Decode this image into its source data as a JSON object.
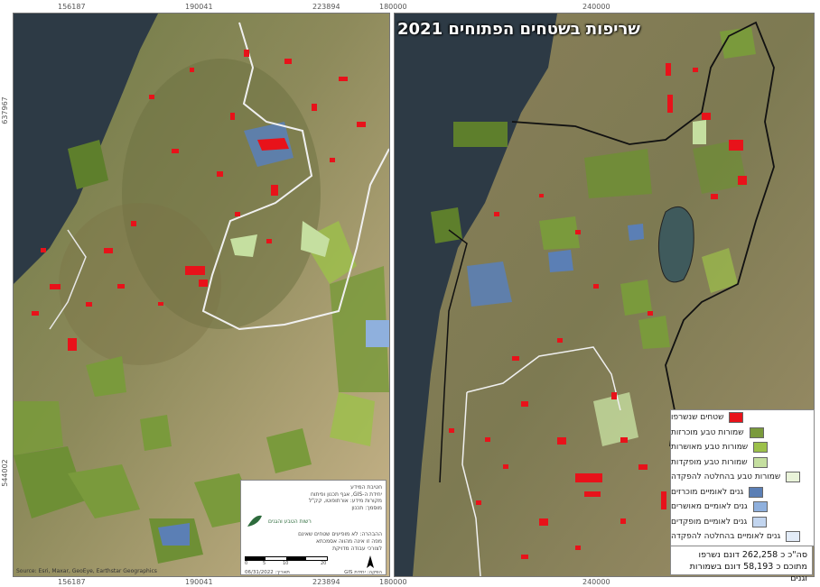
{
  "title": "שריפות בשטחים הפתוחים 2021",
  "grid": {
    "left_top_labels": [
      "156187",
      "190041",
      "223894",
      "180000"
    ],
    "left_bottom_labels": [
      "156187",
      "190041",
      "223894",
      "180000"
    ],
    "right_top_label": "240000",
    "right_bottom_label": "240000",
    "left_side_labels": [
      "637967",
      "544002"
    ]
  },
  "legend": {
    "items": [
      {
        "label": "שטחים שנשרפו",
        "color": "#e8121a"
      },
      {
        "label": "שמורות טבע מוכרזות",
        "color": "#7a9a3c"
      },
      {
        "label": "שמורות טבע מאושרות",
        "color": "#9cc04a"
      },
      {
        "label": "שמורות טבע מופקדות",
        "color": "#c5dfa0"
      },
      {
        "label": "שמורות טבע בהחלטה להפקדה",
        "color": "#e9f3d9"
      },
      {
        "label": "גנים לאומיים מוכרזים",
        "color": "#5b7fb5"
      },
      {
        "label": "גנים לאומיים מאושרים",
        "color": "#8fb0dd"
      },
      {
        "label": "גנים לאומיים מופקדים",
        "color": "#c2d5ef"
      },
      {
        "label": "גנים לאומיים בהחלטה להפקדה",
        "color": "#e3ecf8"
      }
    ]
  },
  "summary": {
    "line1": "סה\"כ כ 262,258 דונם נשרפו",
    "line2": "מתוכם כ 58,193 דונם בשמורות וגנים"
  },
  "credits": {
    "lines": [
      "חטיבת המידע",
      "יחידת ה-GIS, אגף תכנון ופיתוח",
      "מקורות מידע: אורתופוטו, קק\"ל",
      "מוסמך: תכנון",
      "ההבהרה: לא מופיעים שטחים שאינם",
      "מפה זו אינה מהווה אסמכתא",
      "לצורכי עבודה מדויקת"
    ],
    "logo_text": "רשות הטבע והגנים",
    "scale_labels": [
      "0",
      "5",
      "10",
      "20"
    ],
    "date_line": "תאריך: 06/31/2022",
    "prepared_line": "הפקה: יחידת GIS"
  },
  "source_text": "Source: Esri, Maxar, GeoEye, Earthstar Geographics"
}
